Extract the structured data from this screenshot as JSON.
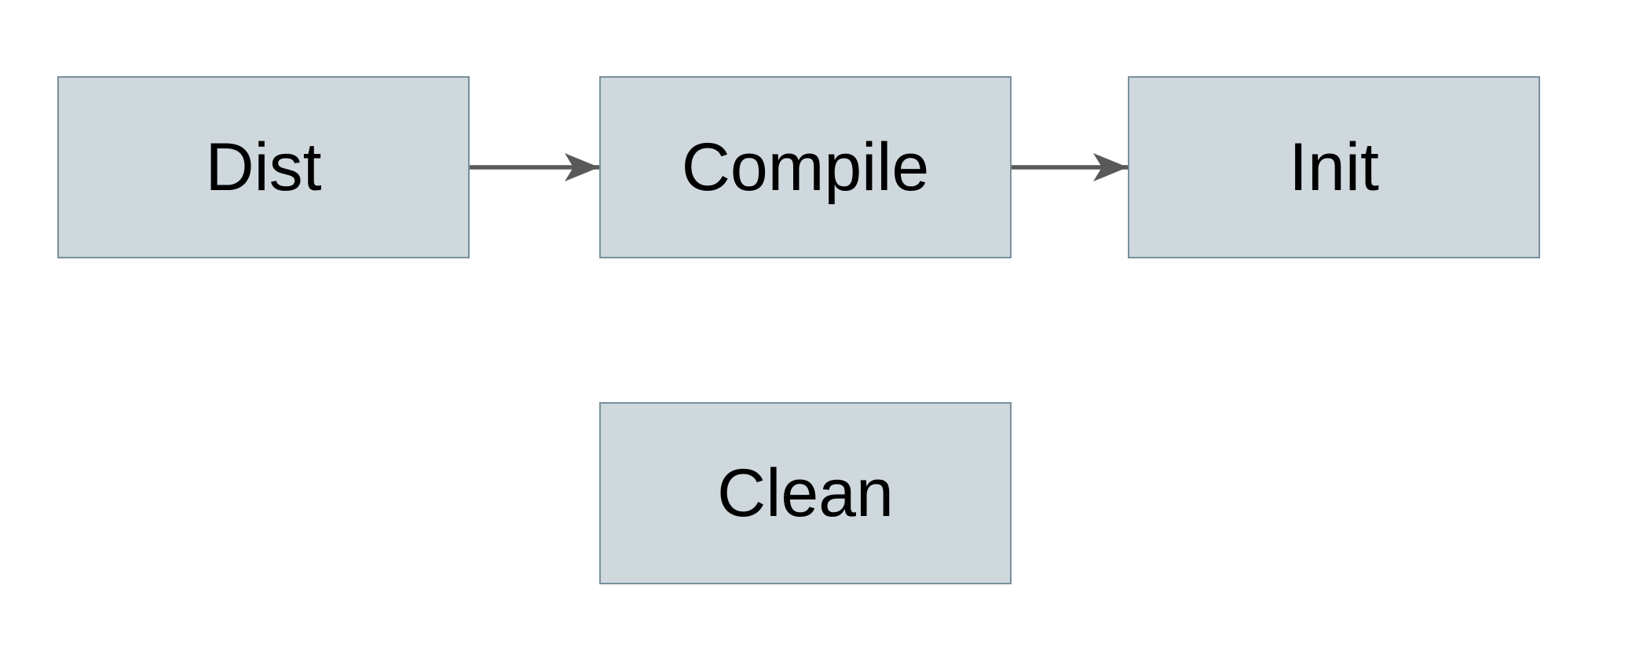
{
  "diagram": {
    "type": "flowchart",
    "colors": {
      "background": "#ffffff",
      "node_fill": "#cfd8dc",
      "node_border": "#78909c",
      "arrow": "#595959",
      "label": "#000000"
    },
    "nodes": [
      {
        "id": "dist",
        "label": "Dist"
      },
      {
        "id": "compile",
        "label": "Compile"
      },
      {
        "id": "init",
        "label": "Init"
      },
      {
        "id": "clean",
        "label": "Clean"
      }
    ],
    "edges": [
      {
        "from": "dist",
        "to": "compile",
        "direction": "right"
      },
      {
        "from": "compile",
        "to": "init",
        "direction": "right"
      }
    ]
  }
}
